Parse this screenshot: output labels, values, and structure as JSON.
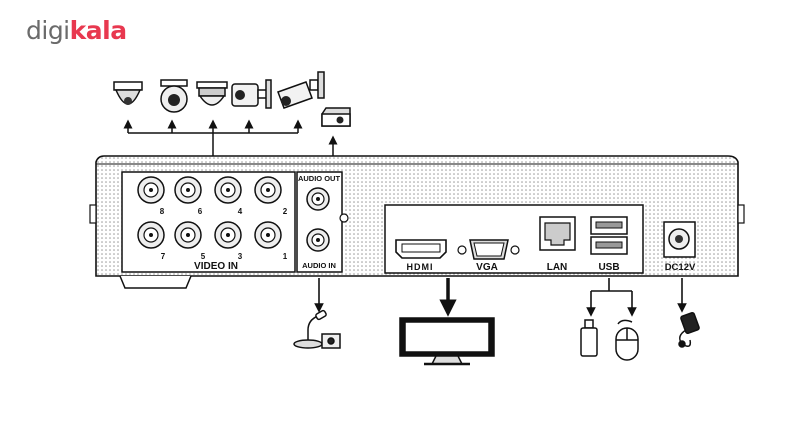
{
  "brand": {
    "logo_part1": "digi",
    "logo_part2": "kala",
    "logo_color": "#e8384f"
  },
  "panel": {
    "video_in_label": "VIDEO IN",
    "audio_out_label": "AUDIO OUT",
    "audio_in_label": "AUDIO IN",
    "bnc_top_numbers": [
      "8",
      "6",
      "4",
      "2"
    ],
    "bnc_bottom_numbers": [
      "7",
      "5",
      "3",
      "1"
    ],
    "hdmi_label": "HDMI",
    "vga_label": "VGA",
    "lan_label": "LAN",
    "usb_label": "USB",
    "power_label": "DC12V"
  },
  "peripherals": {
    "cameras": [
      "dome-camera-icon",
      "ptz-dome-camera-icon",
      "vandal-dome-camera-icon",
      "bullet-camera-icon",
      "bullet-camera-large-icon"
    ],
    "audio_out_device": "speaker-icon",
    "audio_in_device": "microphone-icon",
    "display_device": "monitor-icon",
    "usb_devices": [
      "usb-flash-drive-icon",
      "mouse-icon"
    ],
    "power_device": "power-adapter-icon"
  }
}
